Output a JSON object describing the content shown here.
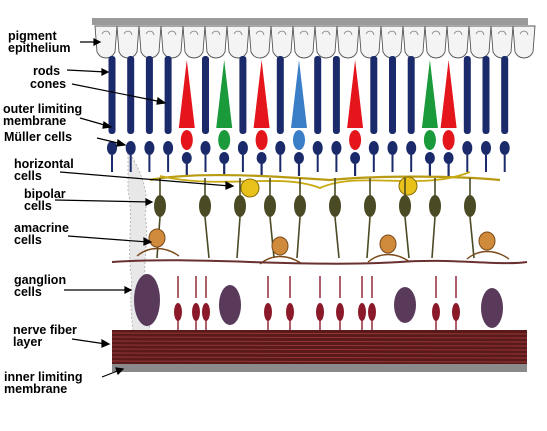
{
  "labels": {
    "pigment_epithelium": "pigment\nepithelium",
    "rods": "rods",
    "cones": "cones",
    "outer_limiting_membrane": "outer limiting\nmembrane",
    "muller_cells": "Müller cells",
    "horizontal_cells": "horizontal\ncells",
    "bipolar_cells": "bipolar\ncells",
    "amacrine_cells": "amacrine\ncells",
    "ganglion_cells": "ganglion\ncells",
    "nerve_fiber_layer": "nerve fiber\nlayer",
    "inner_limiting_membrane": "inner limiting\nmembrane"
  },
  "colors": {
    "rod": "#1a2a6b",
    "cone_red": "#e4161b",
    "cone_green": "#1a9a3a",
    "cone_blue": "#3a7ec8",
    "horizontal": "#e8c21a",
    "bipolar": "#4a4a24",
    "amacrine": "#d08a3c",
    "ganglion": "#5a3a5a",
    "nerve_fiber": "#5a1a1a",
    "membrane": "#8a8a8a"
  }
}
